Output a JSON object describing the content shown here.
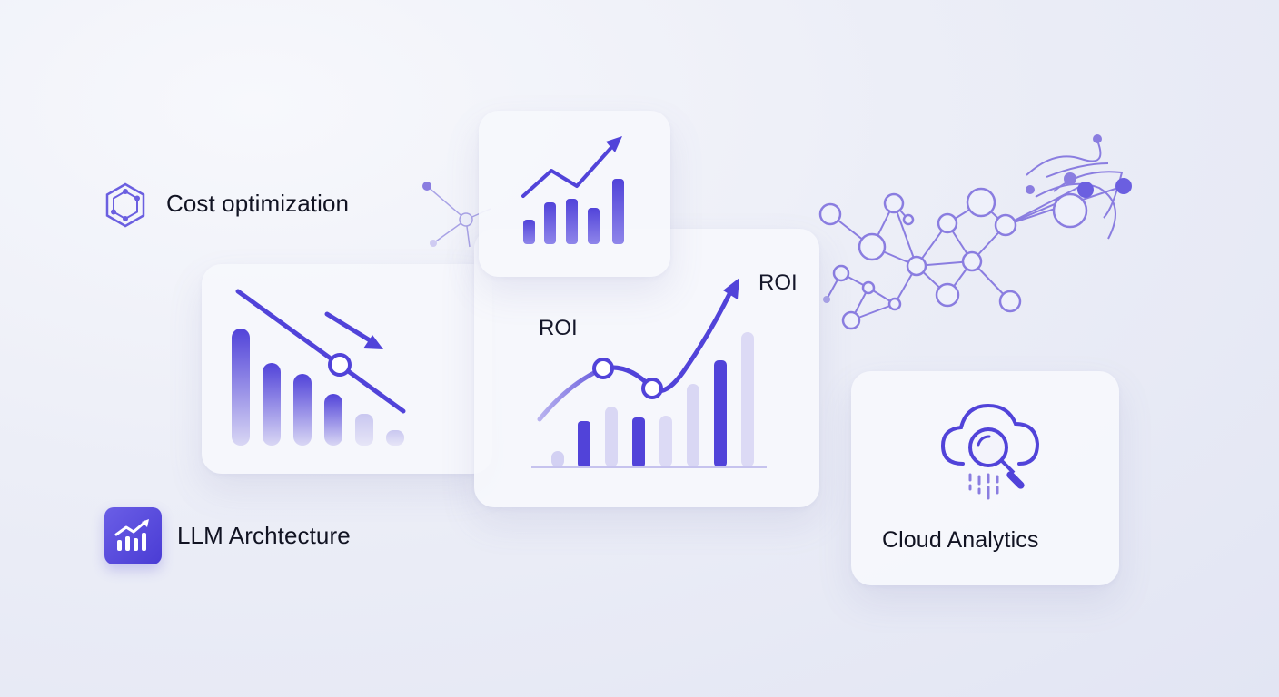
{
  "labels": {
    "cost_optimization": "Cost optimization",
    "llm_architecture": "LLM Archtecture",
    "cloud_analytics": "Cloud Analytics"
  },
  "chart_labels": {
    "roi_left": "ROI",
    "roi_right": "ROI"
  },
  "icons": {
    "cost": "hexagon-network-icon",
    "llm": "bar-chart-trend-icon",
    "cloud": "cloud-search-icon"
  },
  "colors": {
    "accent": "#5143d9",
    "accent_light": "#c9c8f0",
    "node": "#8a7de0"
  }
}
